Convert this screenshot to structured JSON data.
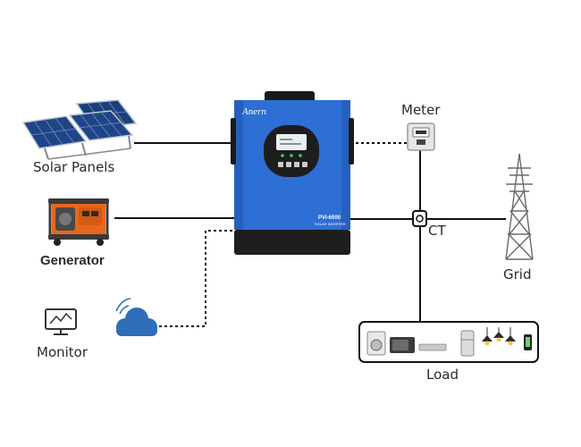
{
  "nodes": {
    "solar_panels": "Solar Panels",
    "generator": "Generator",
    "monitor": "Monitor",
    "meter": "Meter",
    "ct": "CT",
    "grid": "Grid",
    "load": "Load"
  },
  "inverter": {
    "brand": "Anern",
    "model": "PVI-6000",
    "subtitle": "SOLAR INVERTER",
    "body_color": "#2e6fd6",
    "base_color": "#1e1e1e"
  },
  "icons": {
    "solar": "solar-panel-icon",
    "generator": "generator-icon",
    "monitor": "monitor-icon",
    "cloud": "cloud-icon",
    "meter": "meter-icon",
    "ct": "current-transformer-icon",
    "grid": "transmission-tower-icon",
    "load": "appliances-icon"
  },
  "colors": {
    "line": "#111111",
    "cloud": "#2f6db8",
    "generator_orange": "#e8671c"
  }
}
